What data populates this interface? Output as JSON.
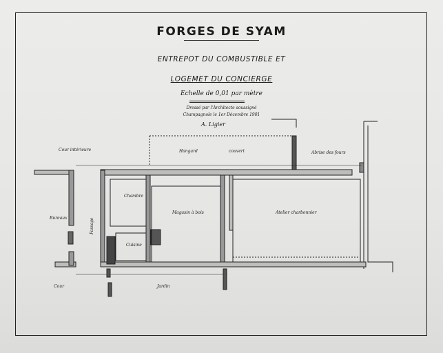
{
  "title": "FORGES DE SYAM",
  "subtitle_line1": "ENTREPOT DU COMBUSTIBLE ET",
  "subtitle_line2": "LOGEMET DU CONCIERGE",
  "scale": "Echelle de 0,01 par mètre",
  "credit_line1": "Dressé par l'Architecte soussigné",
  "credit_line2": "Champagnole le 1er Décembre 1901",
  "signature": "A. Ligier",
  "labels": {
    "cour_interieure": "Cour intérieure",
    "hangard": "Hangard",
    "couvert": "couvert",
    "hangar_fours": "Abrise des fours",
    "bureaux": "Bureaux",
    "passage": "Passage",
    "chambre": "Chambre",
    "cuisine": "Cuisine",
    "magasin": "Magasin à bois",
    "atelier": "Atelier charbonnier",
    "cour": "Cour",
    "jardin": "Jardin"
  }
}
